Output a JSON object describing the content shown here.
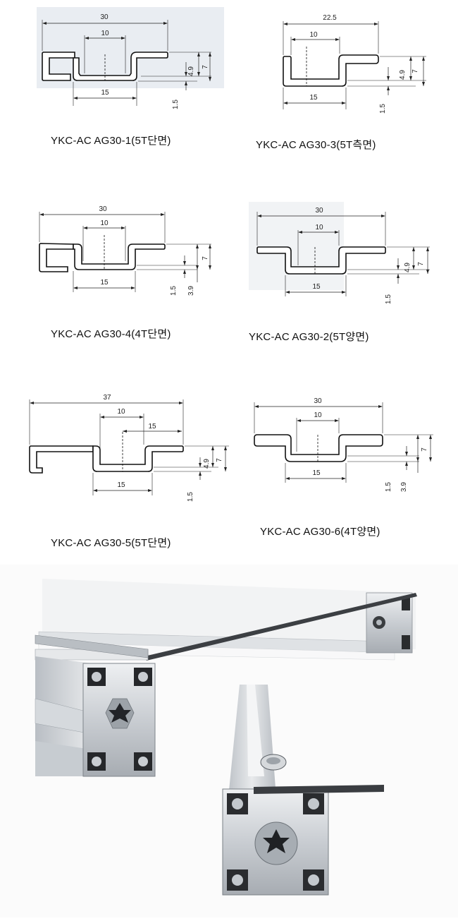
{
  "profiles": [
    {
      "id": "ag30-1",
      "caption": "YKC-AC AG30-1(5T단면)",
      "dims": {
        "overall": "30",
        "slot": "10",
        "base": "15",
        "d49": "4.9",
        "d7": "7",
        "d15": "1.5"
      }
    },
    {
      "id": "ag30-3",
      "caption": "YKC-AC AG30-3(5T측면)",
      "dims": {
        "overall": "22.5",
        "slot": "10",
        "base": "15",
        "d49": "4.9",
        "d7": "7",
        "d15": "1.5"
      }
    },
    {
      "id": "ag30-4",
      "caption": "YKC-AC AG30-4(4T단면)",
      "dims": {
        "overall": "30",
        "slot": "10",
        "base": "15",
        "d7": "7",
        "d15": "1.5",
        "d39": "3.9"
      }
    },
    {
      "id": "ag30-2",
      "caption": "YKC-AC AG30-2(5T양면)",
      "dims": {
        "overall": "30",
        "slot": "10",
        "base": "15",
        "d49": "4.9",
        "d7": "7",
        "d15": "1.5"
      }
    },
    {
      "id": "ag30-5",
      "caption": "YKC-AC AG30-5(5T단면)",
      "dims": {
        "overall": "37",
        "slot": "10",
        "inner": "15",
        "base": "15",
        "d49": "4.9",
        "d7": "7",
        "d15": "1.5"
      }
    },
    {
      "id": "ag30-6",
      "caption": "YKC-AC AG30-6(4T양면)",
      "dims": {
        "overall": "30",
        "slot": "10",
        "base": "15",
        "d7": "7",
        "d15": "1.5",
        "d39": "3.9"
      }
    }
  ]
}
